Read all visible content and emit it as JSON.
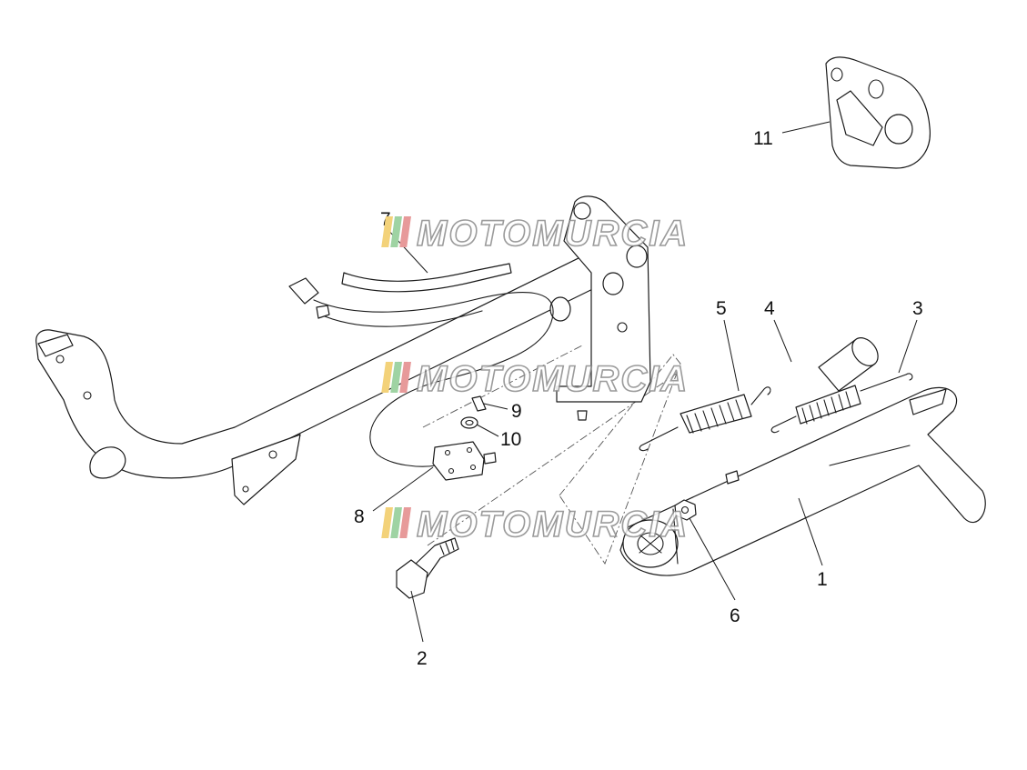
{
  "callouts": {
    "p1": "1",
    "p2": "2",
    "p3": "3",
    "p4": "4",
    "p5": "5",
    "p6": "6",
    "p7": "7",
    "p8": "8",
    "p9": "9",
    "p10": "10",
    "p11": "11"
  },
  "watermark": {
    "text": "MOTOMURCIA",
    "stripe_colors": [
      "#f3d27a",
      "#9fd3a3",
      "#e79a9a"
    ]
  },
  "colors": {
    "line": "#1a1a1a",
    "background": "#ffffff"
  }
}
